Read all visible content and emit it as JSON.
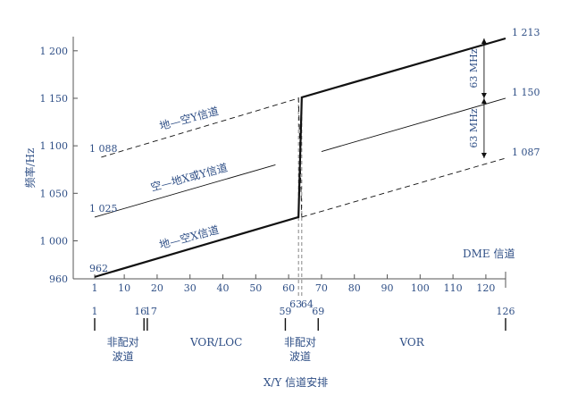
{
  "chart_data": {
    "type": "line",
    "xlabel": "X/Y 信道安排",
    "ylabel": "频率/Hz",
    "corner_label": "DME 信道",
    "xlim": [
      1,
      126
    ],
    "ylim": [
      960,
      1213
    ],
    "x_ticks": [
      1,
      10,
      20,
      30,
      40,
      50,
      60,
      70,
      80,
      90,
      100,
      110,
      120
    ],
    "x_tick_labels": [
      "1",
      "10",
      "20",
      "30",
      "40",
      "50",
      "60",
      "70",
      "80",
      "90",
      "100",
      "110",
      "120"
    ],
    "x_extra_labels": [
      "63",
      "64"
    ],
    "y_ticks": [
      960,
      1000,
      1050,
      1100,
      1150,
      1200
    ],
    "y_tick_labels": [
      "960",
      "1 000",
      "1 050",
      "1 100",
      "1 150",
      "1 200"
    ],
    "series": [
      {
        "name": "地—空X信道",
        "style": "bold",
        "points": [
          [
            1,
            962
          ],
          [
            63,
            1025
          ],
          [
            64,
            1151
          ],
          [
            126,
            1213
          ]
        ]
      },
      {
        "name": "空—地X或Y信道",
        "style": "thin",
        "points": [
          [
            1,
            1025
          ],
          [
            56,
            1080
          ]
        ],
        "points2": [
          [
            70,
            1094
          ],
          [
            126,
            1150
          ]
        ]
      },
      {
        "name": "地—空Y信道",
        "style": "dashed",
        "points": [
          [
            3,
            1088
          ],
          [
            63,
            1150
          ]
        ],
        "points2": [
          [
            63,
            1151
          ],
          [
            64,
            1025
          ]
        ],
        "points3": [
          [
            64,
            1025
          ],
          [
            126,
            1087
          ]
        ]
      }
    ],
    "value_labels": [
      {
        "text": "962",
        "x": 1,
        "y": 962
      },
      {
        "text": "1 025",
        "x": 1,
        "y": 1025
      },
      {
        "text": "1 088",
        "x": 1,
        "y": 1088
      },
      {
        "text": "1 213",
        "x": 126,
        "y": 1213
      },
      {
        "text": "1 150",
        "x": 126,
        "y": 1150
      },
      {
        "text": "1 087",
        "x": 126,
        "y": 1087
      }
    ],
    "dimensions": [
      {
        "text": "63 MHz",
        "x": 120,
        "from": 1150,
        "to": 1213
      },
      {
        "text": "63 MHz",
        "x": 120,
        "from": 1087,
        "to": 1150
      }
    ],
    "channel_scale": {
      "marks": [
        "1",
        "16",
        "17",
        "59",
        "69",
        "126"
      ],
      "segments": [
        "非配对\n波道",
        "VOR/LOC",
        "非配对\n波道",
        "VOR"
      ]
    }
  }
}
